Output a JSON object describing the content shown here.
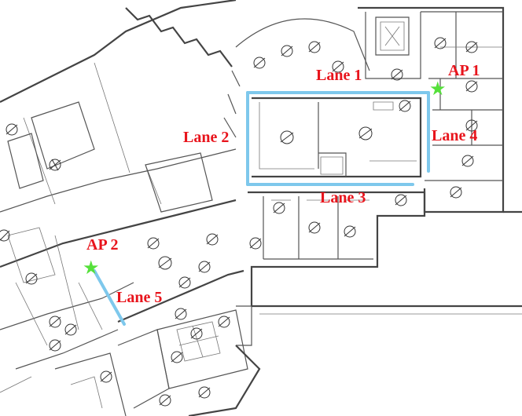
{
  "map": {
    "lanes": [
      {
        "id": "lane1",
        "label": "Lane 1"
      },
      {
        "id": "lane2",
        "label": "Lane 2"
      },
      {
        "id": "lane3",
        "label": "Lane 3"
      },
      {
        "id": "lane4",
        "label": "Lane 4"
      },
      {
        "id": "lane5",
        "label": "Lane 5"
      }
    ],
    "access_points": [
      {
        "id": "ap1",
        "label": "AP 1",
        "icon": "star-icon"
      },
      {
        "id": "ap2",
        "label": "AP 2",
        "icon": "star-icon"
      }
    ],
    "colors": {
      "label": "#e8141c",
      "lane": "#7ec8ec",
      "access_point": "#55e03a",
      "walls": "#555555"
    }
  }
}
